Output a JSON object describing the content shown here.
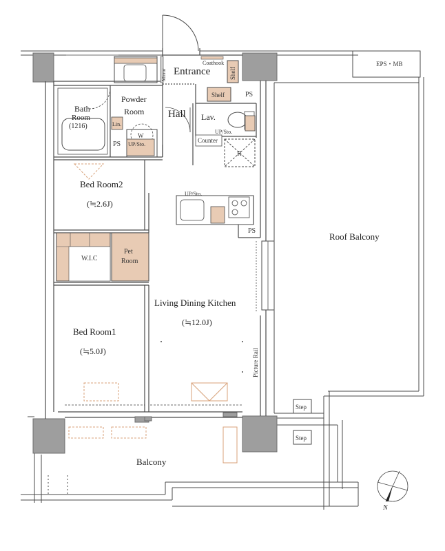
{
  "rooms": {
    "entrance": "Entrance",
    "hall": "Hall",
    "powder_room_1": "Powder",
    "powder_room_2": "Room",
    "bath_room_1": "Bath",
    "bath_room_2": "Room",
    "bath_size": "(1216)",
    "lav": "Lav.",
    "bed_room2": "Bed Room2",
    "bed_room2_size": "(≒2.6J)",
    "bed_room1": "Bed Room1",
    "bed_room1_size": "(≒5.0J)",
    "wic": "W.I.C",
    "pet_room_1": "Pet",
    "pet_room_2": "Room",
    "ldk": "Living Dining Kitchen",
    "ldk_size": "(≒12.0J)",
    "roof_balcony": "Roof Balcony",
    "balcony": "Balcony"
  },
  "fixtures": {
    "coathook": "Coathook",
    "shelf_vertical": "Shelf",
    "shelf": "Shelf",
    "mirror": "Mirror",
    "ps_entrance": "PS",
    "ps_powder": "PS",
    "ps_kitchen": "PS",
    "lin": "Lin.",
    "w": "W",
    "up_sto_powder": "UP/Sto.",
    "up_sto_lav": "UP/Sto.",
    "up_sto_kitchen": "UP/Sto.",
    "counter": "Counter",
    "refrigerator": "R",
    "picture_rail": "Picture Rail",
    "eps_mb": "EPS・MB",
    "step_upper": "Step",
    "step_lower": "Step",
    "north": "N"
  },
  "colors": {
    "wall": "#9e9e9e",
    "line": "#4a4a4a",
    "storage": "#e8cbb4",
    "accent_dash": "#d8a27a"
  }
}
